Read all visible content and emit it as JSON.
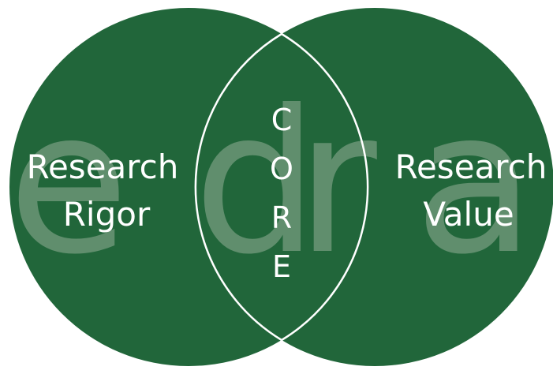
{
  "diagram": {
    "left_circle_label_line1": "Research",
    "left_circle_label_line2": "Rigor",
    "right_circle_label_line1": "Research",
    "right_circle_label_line2": "Value",
    "core_letters": [
      "C",
      "O",
      "R",
      "E"
    ],
    "watermark_logo_text": "edra"
  },
  "colors": {
    "circle_fill": "#21663a",
    "outline": "#ffffff",
    "watermark": "#6c9677",
    "background": "#ffffff"
  }
}
